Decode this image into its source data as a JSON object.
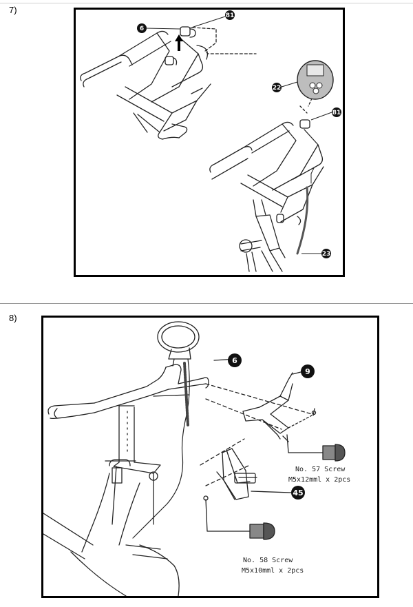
{
  "steps": [
    {
      "label": "7)",
      "callouts": [
        "6",
        "81",
        "22",
        "81",
        "23"
      ]
    },
    {
      "label": "8)",
      "callouts": [
        "6",
        "9",
        "45"
      ],
      "screws": [
        {
          "line1": "No. 57 Screw",
          "line2": "M5x12mml x 2pcs"
        },
        {
          "line1": "No. 58 Screw",
          "line2": "M5x10mml x 2pcs"
        }
      ]
    }
  ],
  "colors": {
    "ink": "#000000",
    "frame": "#000000",
    "bubble": "#111111",
    "console": "#b9b9b9"
  }
}
